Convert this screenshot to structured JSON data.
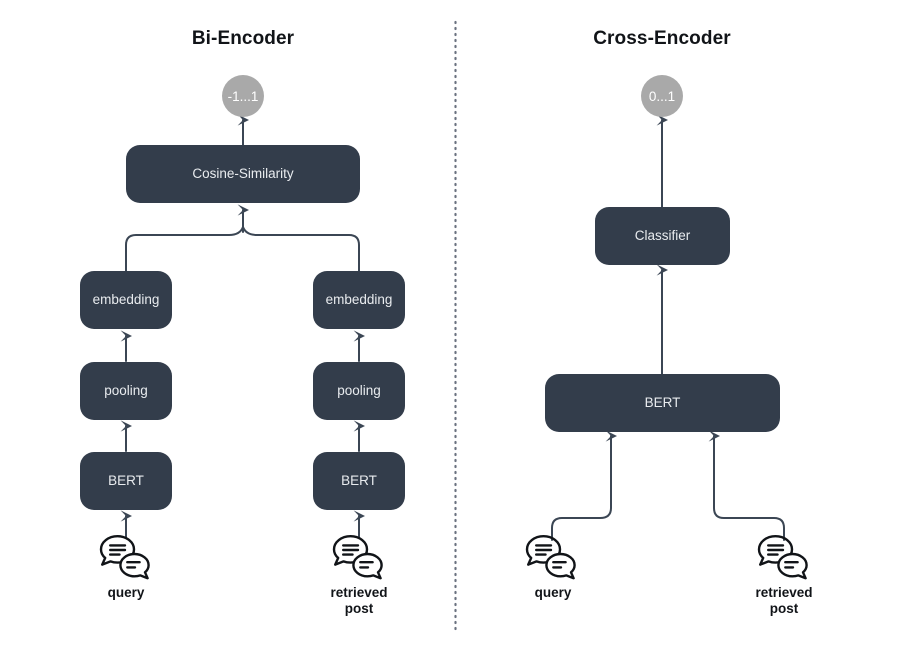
{
  "figure": {
    "background_color": "#ffffff",
    "node_color": "#333d4b",
    "node_text_color": "#e9ecef",
    "badge_color": "#a9a9a9",
    "edge_color": "#3b4654",
    "title_color": "#111418",
    "divider": "dotted-vertical-divider"
  },
  "panels": [
    {
      "id": "bi-encoder",
      "title": "Bi-Encoder",
      "score": "-1...1",
      "nodes": {
        "similarity": "Cosine-Similarity",
        "embedding_left": "embedding",
        "embedding_right": "embedding",
        "pooling_left": "pooling",
        "pooling_right": "pooling",
        "bert_left": "BERT",
        "bert_right": "BERT"
      },
      "inputs": [
        {
          "icon": "chat-bubbles-icon",
          "label": "query"
        },
        {
          "icon": "chat-bubbles-icon",
          "label": "retrieved\npost"
        }
      ]
    },
    {
      "id": "cross-encoder",
      "title": "Cross-Encoder",
      "score": "0...1",
      "nodes": {
        "classifier": "Classifier",
        "bert": "BERT"
      },
      "inputs": [
        {
          "icon": "chat-bubbles-icon",
          "label": "query"
        },
        {
          "icon": "chat-bubbles-icon",
          "label": "retrieved\npost"
        }
      ]
    }
  ]
}
